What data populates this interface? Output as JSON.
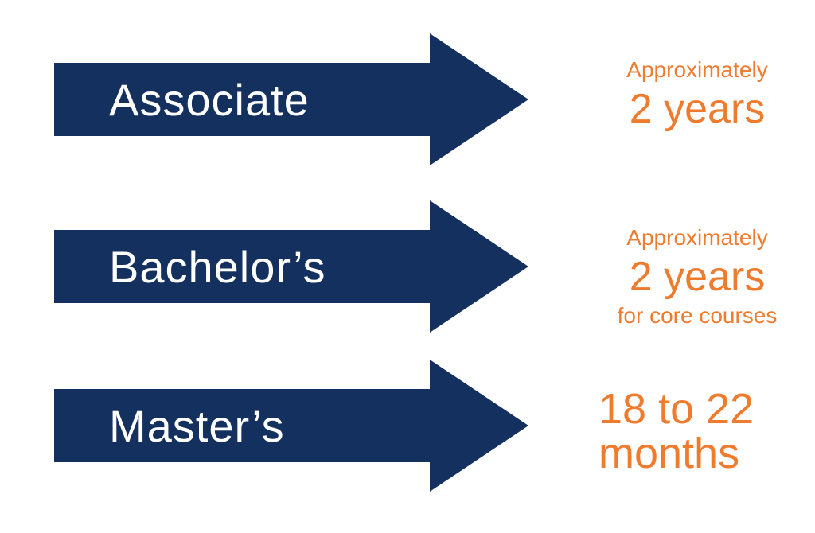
{
  "colors": {
    "navy": "#14305E",
    "orange": "#EE7B2E",
    "arrow_label": "#FFFFFF",
    "background": "#FFFFFF"
  },
  "rows": [
    {
      "degree": "Associate",
      "duration": {
        "line1": "Approximately",
        "line2": "2 years"
      }
    },
    {
      "degree": "Bachelor’s",
      "duration": {
        "line1": "Approximately",
        "line2": "2 years",
        "line3": "for core courses"
      }
    },
    {
      "degree": "Master’s",
      "duration": {
        "line1": "18 to 22",
        "line2": "months"
      }
    }
  ]
}
